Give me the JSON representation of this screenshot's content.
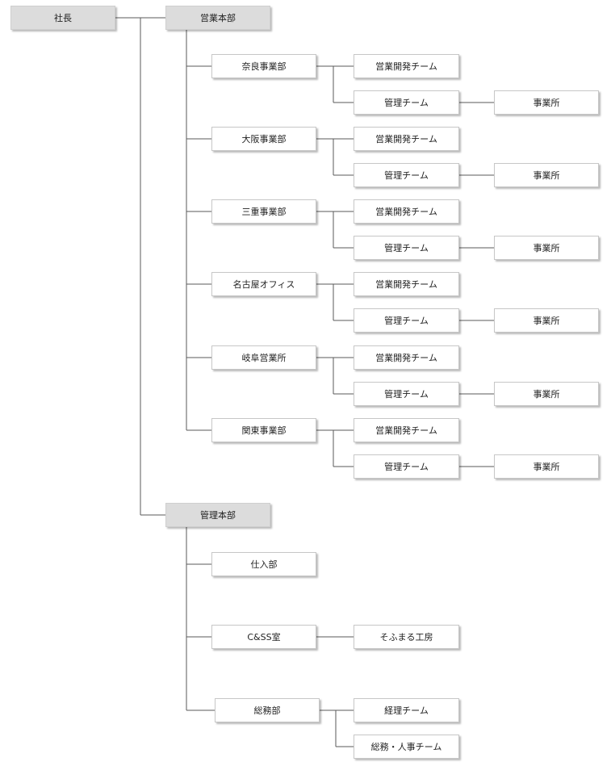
{
  "president": {
    "label": "社長"
  },
  "sales_hq": {
    "label": "営業本部",
    "divisions": [
      {
        "label": "奈良事業部",
        "dev_team": "営業開発チーム",
        "mgmt_team": "管理チーム",
        "office": "事業所"
      },
      {
        "label": "大阪事業部",
        "dev_team": "営業開発チーム",
        "mgmt_team": "管理チーム",
        "office": "事業所"
      },
      {
        "label": "三重事業部",
        "dev_team": "営業開発チーム",
        "mgmt_team": "管理チーム",
        "office": "事業所"
      },
      {
        "label": "名古屋オフィス",
        "dev_team": "営業開発チーム",
        "mgmt_team": "管理チーム",
        "office": "事業所"
      },
      {
        "label": "岐阜営業所",
        "dev_team": "営業開発チーム",
        "mgmt_team": "管理チーム",
        "office": "事業所"
      },
      {
        "label": "関東事業部",
        "dev_team": "営業開発チーム",
        "mgmt_team": "管理チーム",
        "office": "事業所"
      }
    ]
  },
  "admin_hq": {
    "label": "管理本部",
    "purchasing": {
      "label": "仕入部"
    },
    "css": {
      "label": "C&SS室",
      "child": "そふまる工房"
    },
    "general": {
      "label": "総務部",
      "children": [
        "経理チーム",
        "総務・人事チーム"
      ]
    }
  }
}
